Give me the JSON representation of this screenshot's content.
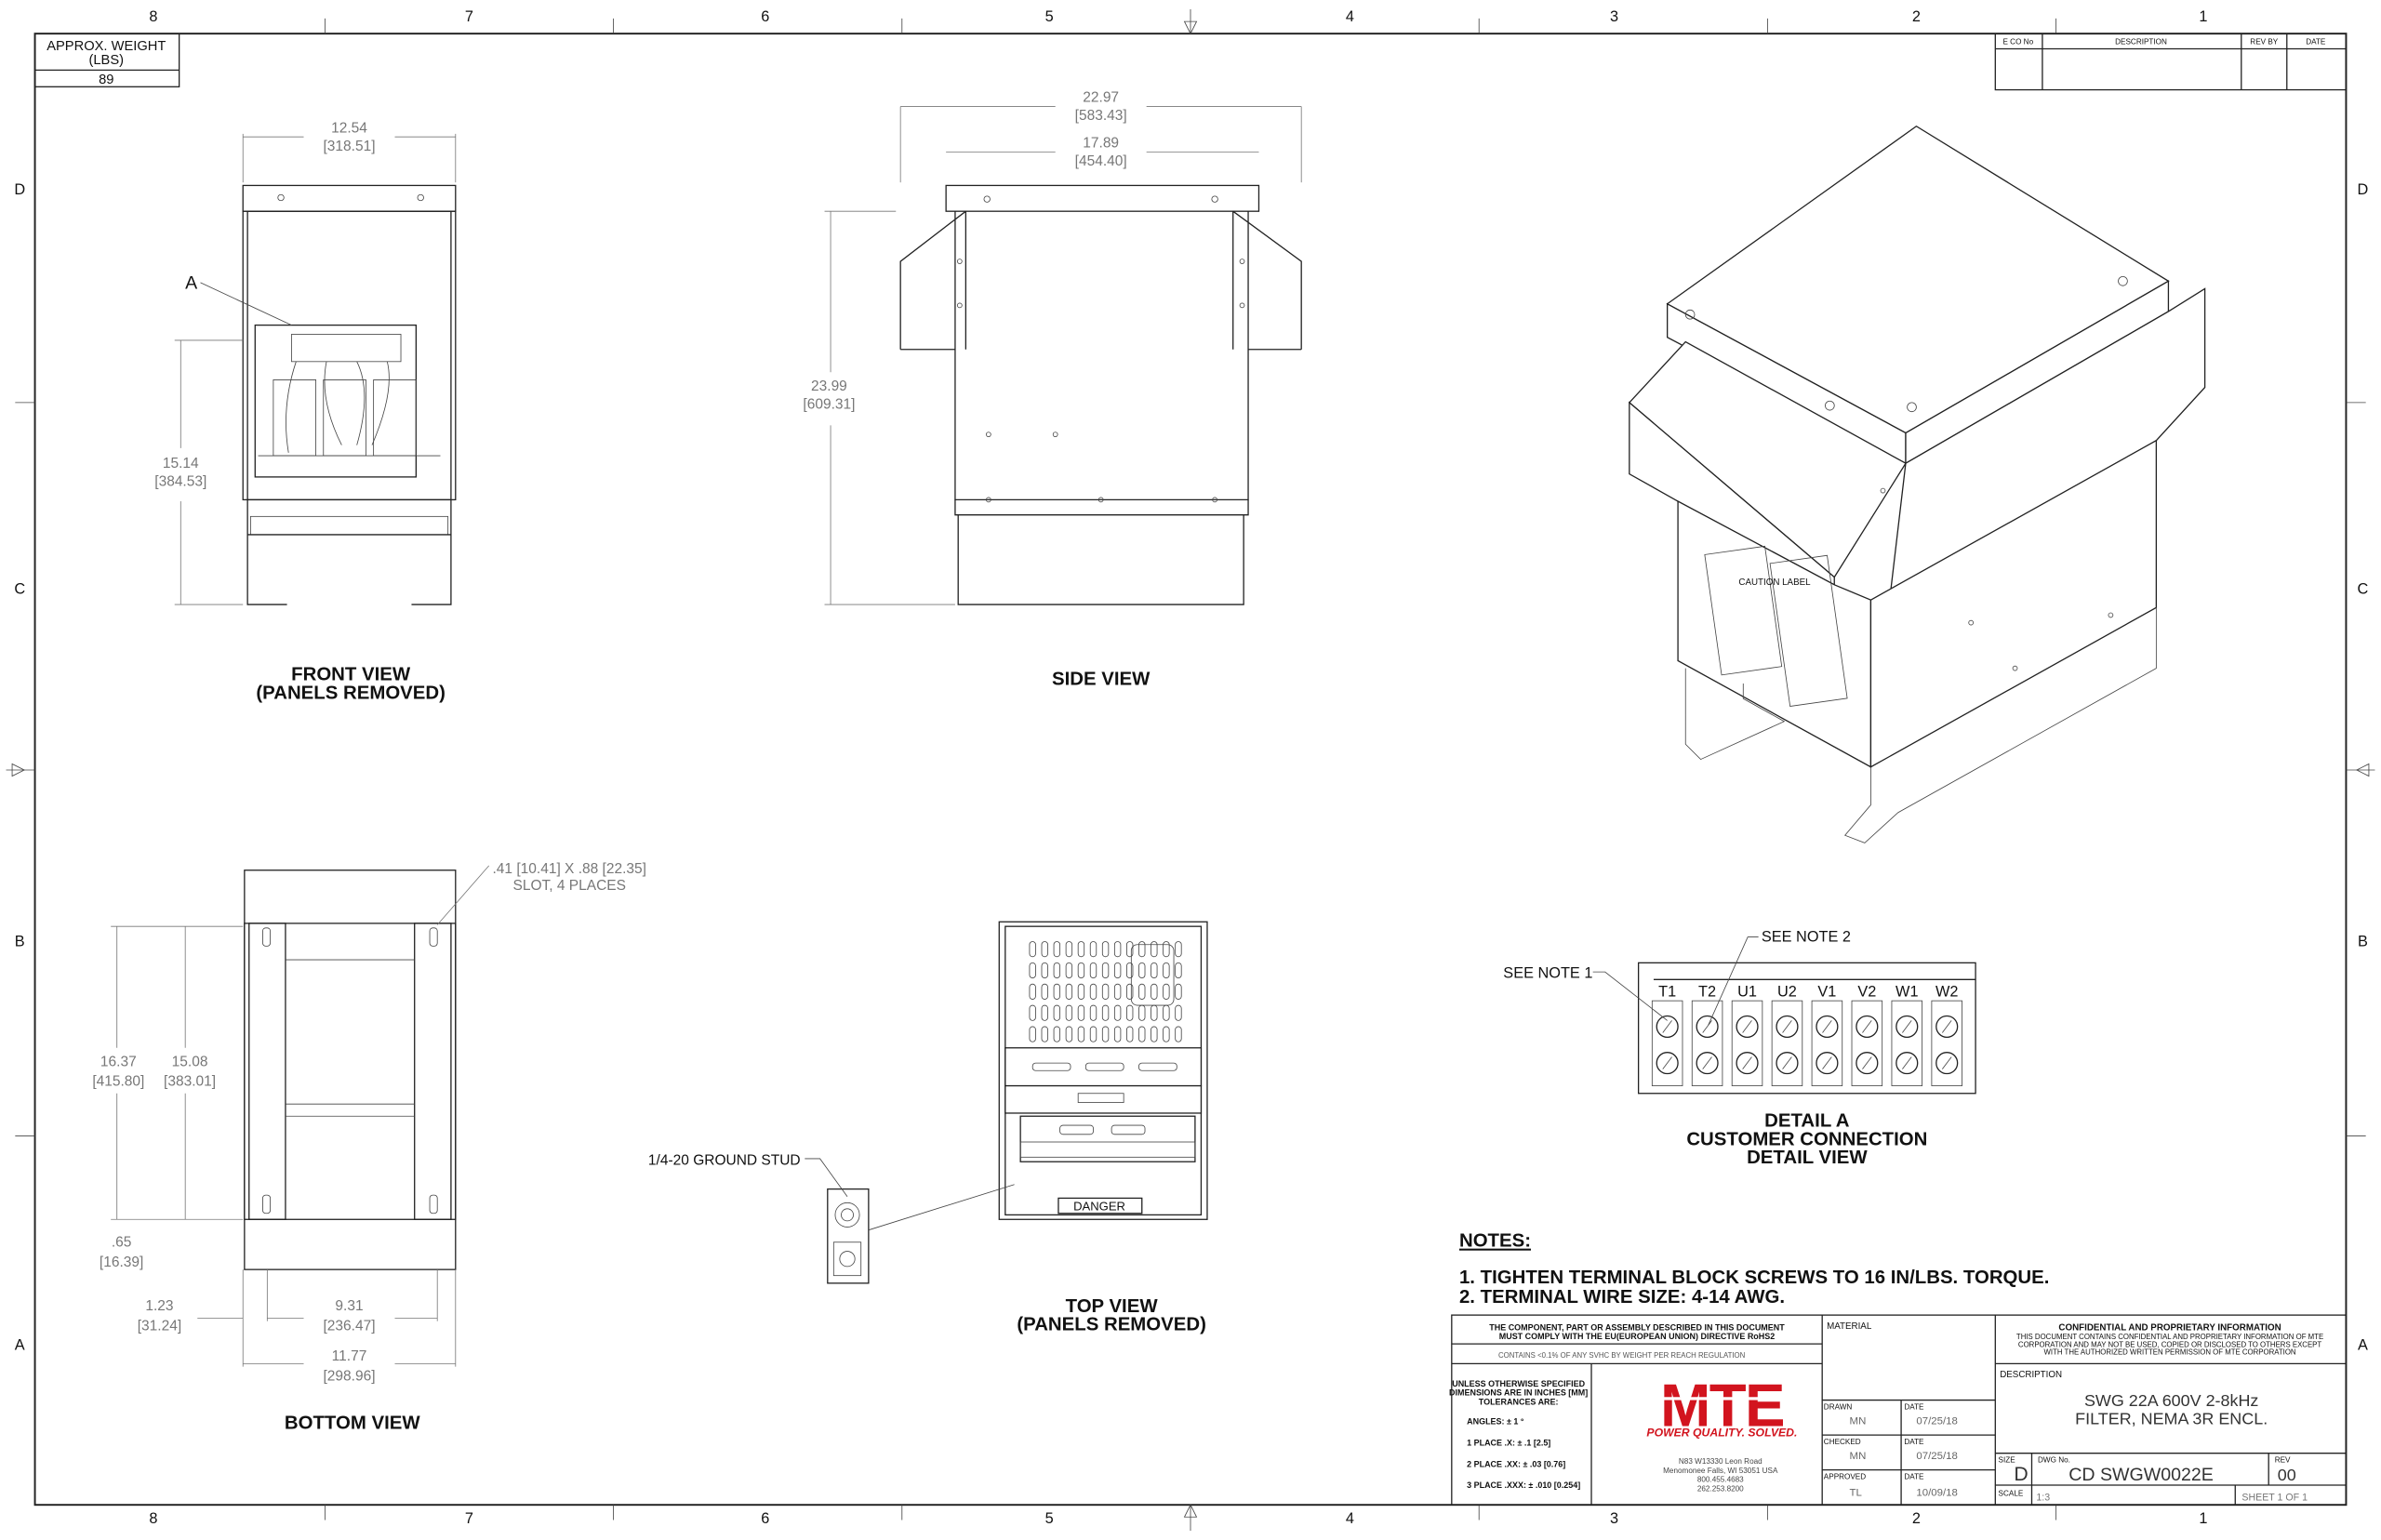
{
  "border": {
    "zones_horizontal": [
      "8",
      "7",
      "6",
      "5",
      "4",
      "3",
      "2",
      "1"
    ],
    "zones_vertical": [
      "D",
      "C",
      "B",
      "A"
    ]
  },
  "weight_box": {
    "label_line1": "APPROX. WEIGHT",
    "label_line2": "(LBS)",
    "value": "89"
  },
  "revision_block": {
    "headers": [
      "E CO No",
      "DESCRIPTION",
      "REV BY",
      "DATE"
    ]
  },
  "views": {
    "front": {
      "title_line1": "FRONT VIEW",
      "title_line2": "(PANELS REMOVED)",
      "callout": "A",
      "dims": [
        {
          "in": "12.54",
          "mm": "[318.51]"
        },
        {
          "in": "15.14",
          "mm": "[384.53]"
        }
      ]
    },
    "side": {
      "title": "SIDE VIEW",
      "dims": [
        {
          "in": "22.97",
          "mm": "[583.43]"
        },
        {
          "in": "17.89",
          "mm": "[454.40]"
        },
        {
          "in": "23.99",
          "mm": "[609.31]"
        }
      ]
    },
    "bottom": {
      "title": "BOTTOM VIEW",
      "slot_note_line1": ".41 [10.41] X .88 [22.35]",
      "slot_note_line2": "SLOT, 4 PLACES",
      "dims": [
        {
          "in": "16.37",
          "mm": "[415.80]"
        },
        {
          "in": "15.08",
          "mm": "[383.01]"
        },
        {
          "in": ".65",
          "mm": "[16.39]"
        },
        {
          "in": "1.23",
          "mm": "[31.24]"
        },
        {
          "in": "9.31",
          "mm": "[236.47]"
        },
        {
          "in": "11.77",
          "mm": "[298.96]"
        }
      ]
    },
    "top": {
      "title_line1": "TOP VIEW",
      "title_line2": "(PANELS REMOVED)",
      "ground_stud": "1/4-20 GROUND STUD",
      "danger_label": "DANGER"
    },
    "iso": {
      "caution_label": "CAUTION LABEL"
    },
    "detail": {
      "see_note_1": "SEE NOTE 1",
      "see_note_2": "SEE NOTE 2",
      "terminals": [
        "T1",
        "T2",
        "U1",
        "U2",
        "V1",
        "V2",
        "W1",
        "W2"
      ],
      "title_line1": "DETAIL A",
      "title_line2": "CUSTOMER CONNECTION",
      "title_line3": "DETAIL VIEW"
    }
  },
  "notes": {
    "heading": "NOTES:",
    "items": [
      "1.  TIGHTEN TERMINAL BLOCK SCREWS TO 16 IN/LBS. TORQUE.",
      "2.  TERMINAL WIRE SIZE: 4-14 AWG."
    ]
  },
  "title_block": {
    "rohs_line1": "THE COMPONENT, PART OR ASSEMBLY DESCRIBED IN THIS DOCUMENT",
    "rohs_line2": "MUST COMPLY WITH THE EU(EUROPEAN UNION) DIRECTIVE RoHS2",
    "reach": "CONTAINS <0.1% OF ANY SVHC BY WEIGHT PER REACH REGULATION",
    "tol_line1": "UNLESS OTHERWISE SPECIFIED",
    "tol_line2": "DIMENSIONS ARE IN INCHES [MM]",
    "tol_line3": "TOLERANCES ARE:",
    "angles": "ANGLES: ± 1 °",
    "place1": "1 PLACE .X: ± .1 [2.5]",
    "place2": "2 PLACE .XX: ± .03 [0.76]",
    "place3": "3 PLACE .XXX: ± .010 [0.254]",
    "logo_text": "MTE",
    "tagline": "POWER QUALITY. SOLVED.",
    "address": [
      "N83 W13330 Leon Road",
      "Menomonee Falls, WI 53051 USA",
      "800.455.4683",
      "262.253.8200"
    ],
    "material_label": "MATERIAL",
    "drawn_label": "DRAWN",
    "drawn_by": "MN",
    "drawn_date_label": "DATE",
    "drawn_date": "07/25/18",
    "checked_label": "CHECKED",
    "checked_by": "MN",
    "checked_date_label": "DATE",
    "checked_date": "07/25/18",
    "approved_label": "APPROVED",
    "approved_by": "TL",
    "approved_date_label": "DATE",
    "approved_date": "10/09/18",
    "conf_title": "CONFIDENTIAL AND PROPRIETARY INFORMATION",
    "conf_line1": "THIS DOCUMENT CONTAINS CONFIDENTIAL AND PROPRIETARY INFORMATION OF MTE",
    "conf_line2": "CORPORATION AND MAY NOT BE USED, COPIED OR DISCLOSED TO OTHERS EXCEPT",
    "conf_line3": "WITH THE AUTHORIZED WRITTEN PERMISSION OF MTE CORPORATION",
    "description_label": "DESCRIPTION",
    "description_line1": "SWG 22A 600V 2-8kHz",
    "description_line2": "FILTER, NEMA 3R ENCL.",
    "size_label": "SIZE",
    "size": "D",
    "dwg_label": "DWG No.",
    "dwg_no": "CD SWGW0022E",
    "rev_label": "REV",
    "rev": "00",
    "scale_label": "SCALE",
    "scale": "1:3",
    "sheet": "SHEET 1  OF 1"
  },
  "colors": {
    "brand_red": "#d2141e"
  }
}
